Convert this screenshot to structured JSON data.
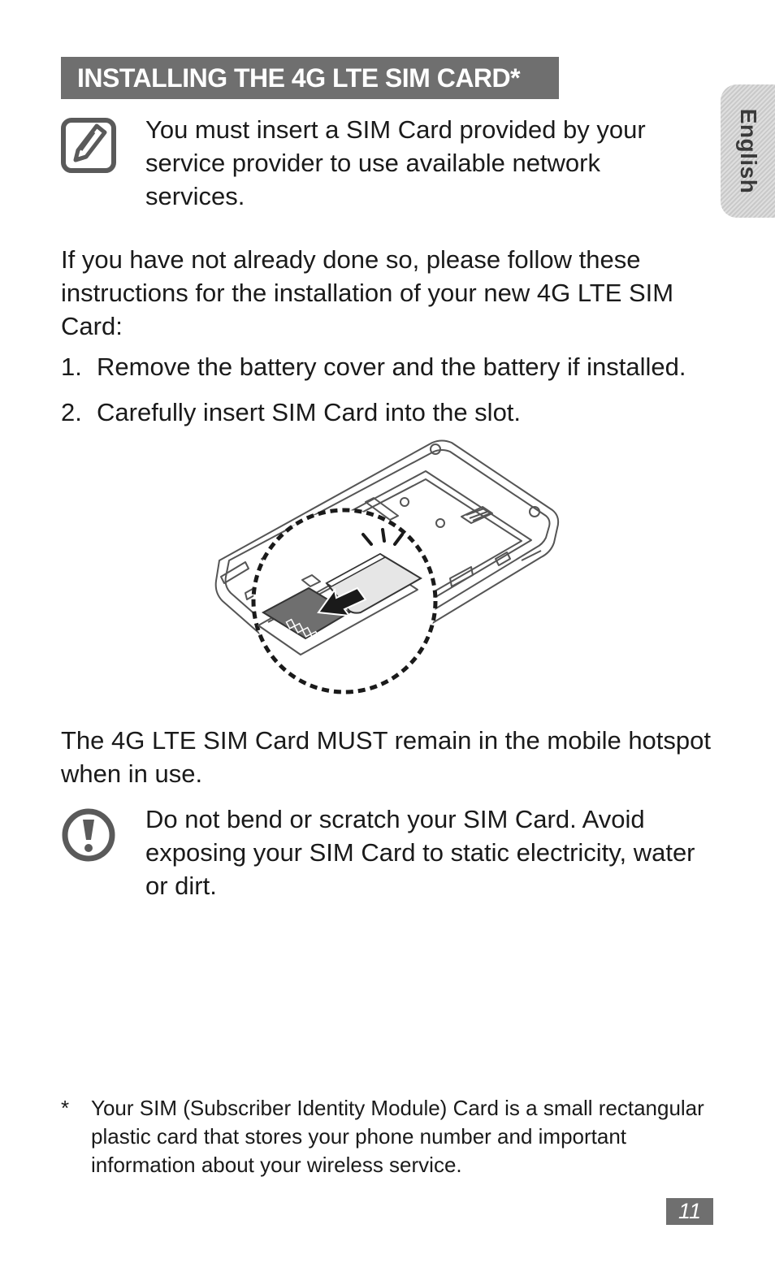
{
  "section": {
    "title": "INSTALLING THE 4G LTE SIM CARD*"
  },
  "side_tab": {
    "language": "English"
  },
  "note": {
    "icon": "note-pencil-icon",
    "text": "You must insert a SIM Card provided by your service provider to use available network services."
  },
  "intro": "If you have not already done so, please follow these instructions for the installation of your new 4G LTE SIM Card:",
  "steps": [
    {
      "number": "1.",
      "text": "Remove the battery cover and the battery if installed."
    },
    {
      "number": "2.",
      "text": "Carefully insert SIM Card into the slot."
    }
  ],
  "illustration": {
    "icon": "sim-card-insertion-illustration"
  },
  "must_remain": "The 4G LTE SIM Card MUST remain in the mobile hotspot when in use.",
  "caution": {
    "icon": "exclamation-circle-icon",
    "text": "Do not bend or scratch your SIM Card. Avoid exposing your SIM Card to static electricity, water or dirt."
  },
  "footnote": {
    "mark": "*",
    "text": "Your SIM (Subscriber Identity Module) Card is a small rectangular plastic card that stores your phone number and important information about your wireless service."
  },
  "page_number": "11",
  "colors": {
    "header_background": "#6f6f6f",
    "header_text": "#ffffff",
    "body_text": "#1a1a1a",
    "icon_gray": "#5a5a5a"
  }
}
